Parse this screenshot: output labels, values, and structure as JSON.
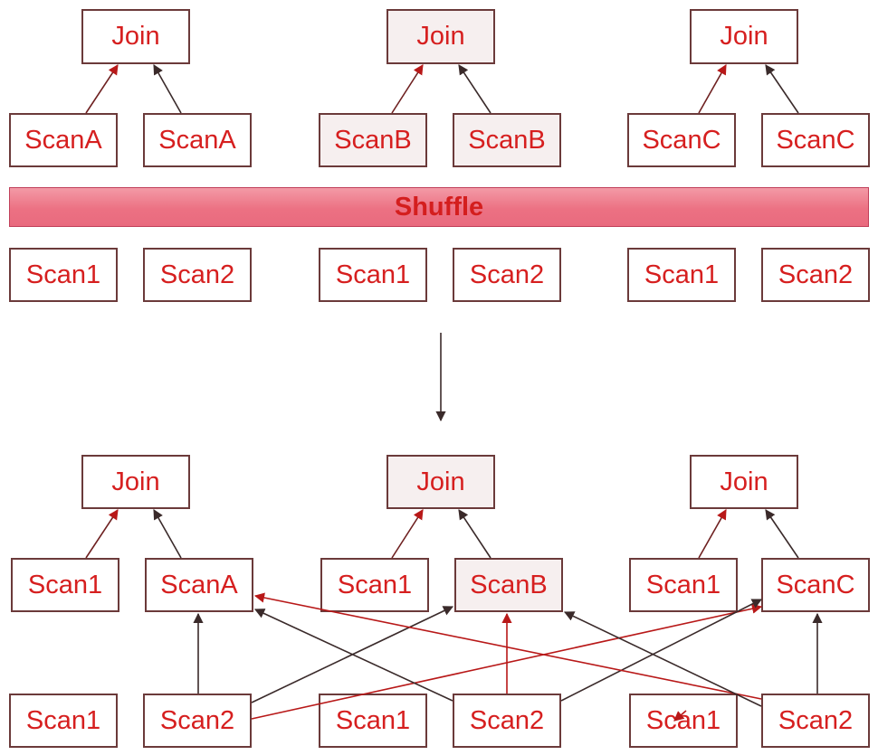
{
  "colors": {
    "node_text": "#d61f1f",
    "node_border": "#6b3a3a",
    "shuffle_fill": "#ec7183",
    "dark_arrow": "#3a2a2a",
    "red_arrow": "#b81818"
  },
  "top": {
    "joins": [
      "Join",
      "Join",
      "Join"
    ],
    "scans": [
      "ScanA",
      "ScanA",
      "ScanB",
      "ScanB",
      "ScanC",
      "ScanC"
    ],
    "shuffle": "Shuffle",
    "sources": [
      "Scan1",
      "Scan2",
      "Scan1",
      "Scan2",
      "Scan1",
      "Scan2"
    ]
  },
  "bottom": {
    "joins": [
      "Join",
      "Join",
      "Join"
    ],
    "mid": [
      "Scan1",
      "ScanA",
      "Scan1",
      "ScanB",
      "Scan1",
      "ScanC"
    ],
    "base": [
      "Scan1",
      "Scan2",
      "Scan1",
      "Scan2",
      "Scan1",
      "Scan2"
    ]
  }
}
